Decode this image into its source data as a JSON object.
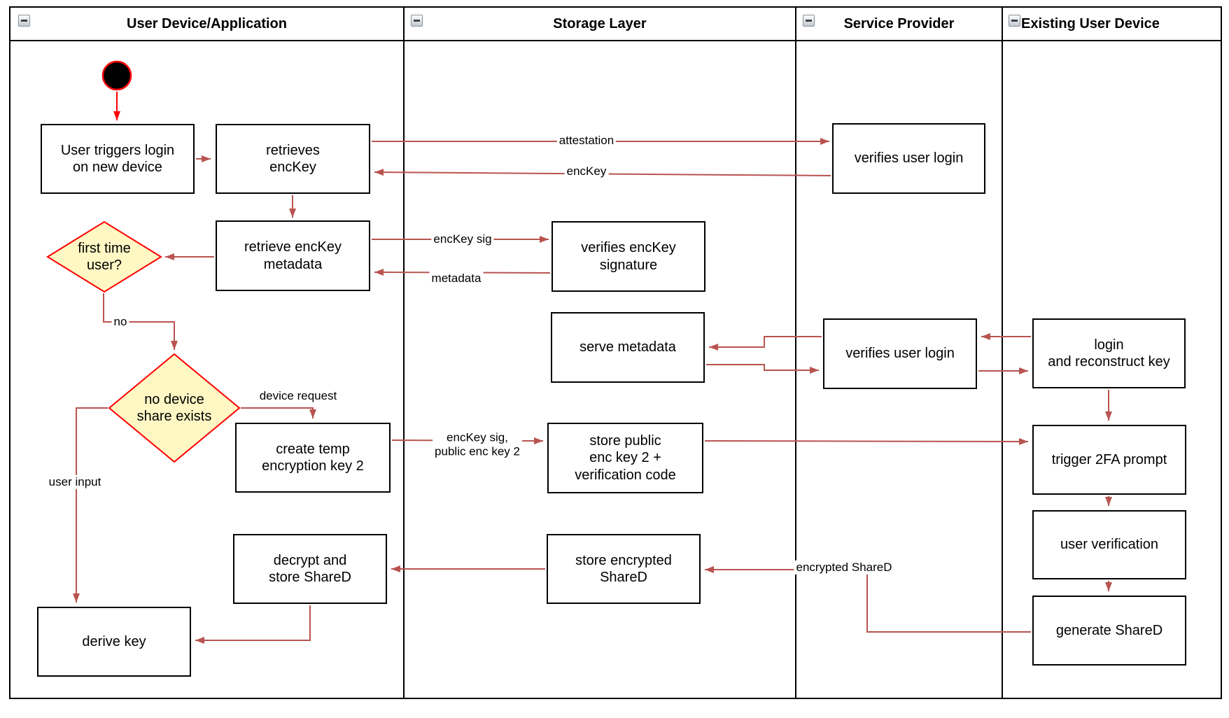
{
  "lanes": [
    {
      "title": "User Device/Application"
    },
    {
      "title": "Storage Layer"
    },
    {
      "title": "Service Provider"
    },
    {
      "title": "Existing User Device"
    }
  ],
  "nodes": {
    "user_triggers": "User triggers login\non new device",
    "retrieves_enckey": "retrieves\nencKey",
    "retrieve_metadata": "retrieve encKey\nmetadata",
    "first_time": "first time\nuser?",
    "no_device": "no device\nshare exists",
    "create_temp": "create temp\nencryption key 2",
    "decrypt_store": "decrypt and\nstore ShareD",
    "derive_key": "derive key",
    "verifies_sig": "verifies encKey\nsignature",
    "serve_metadata": "serve metadata",
    "store_public": "store public\nenc key 2 +\nverification code",
    "store_encrypted": "store encrypted\nShareD",
    "verifies_login_top": "verifies user login",
    "verifies_login_mid": "verifies user login",
    "login_reconstruct": "login\nand reconstruct key",
    "trigger_2fa": "trigger 2FA prompt",
    "user_verification": "user verification",
    "generate_shared": "generate ShareD"
  },
  "edge_labels": {
    "attestation": "attestation",
    "enckey": "encKey",
    "enckey_sig": "encKey sig",
    "metadata": "metadata",
    "no": "no",
    "device_request": "device request",
    "enckey_sig_public": "encKey sig,\npublic enc key 2",
    "user_input": "user input",
    "encrypted_shared": "encrypted ShareD"
  },
  "colors": {
    "edge": "#B85450",
    "start": "#FF0000",
    "decision_fill": "#FFF8C5",
    "decision_border": "#FF0000",
    "frame": "#000000"
  }
}
